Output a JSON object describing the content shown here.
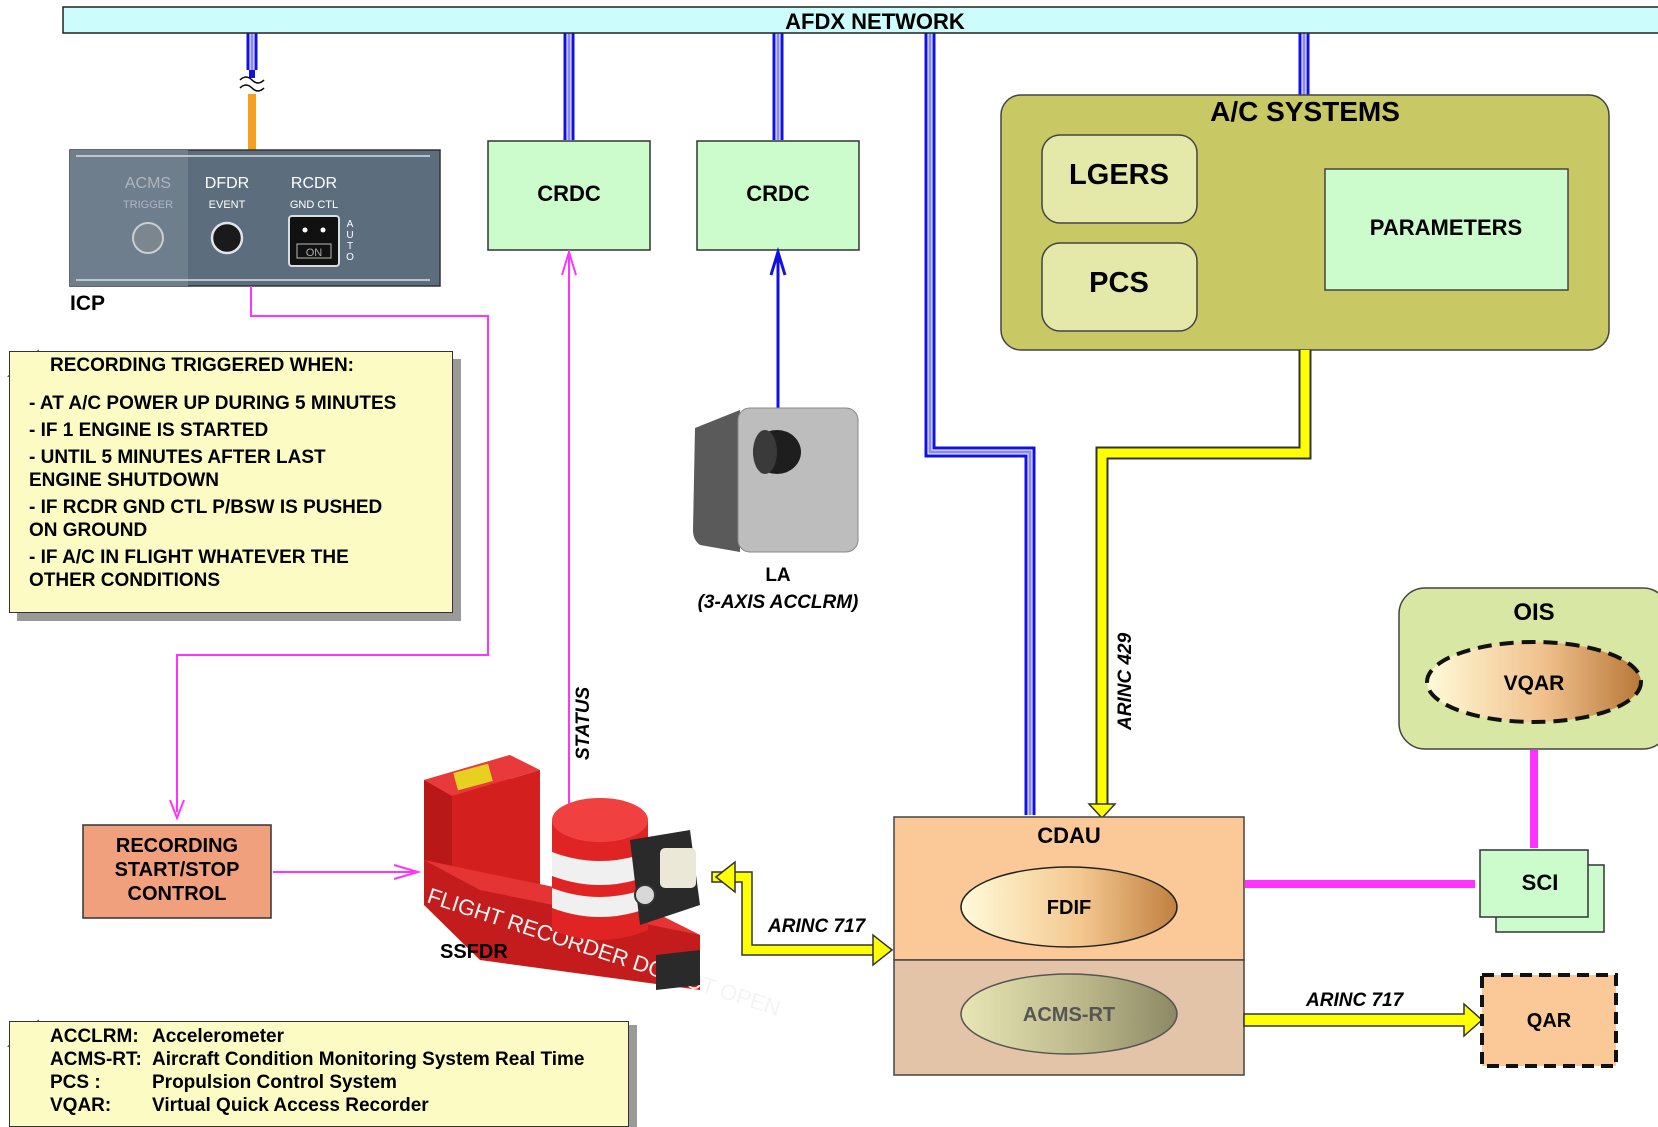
{
  "network": {
    "title": "AFDX NETWORK"
  },
  "icp": {
    "label": "ICP",
    "acms": "ACMS",
    "acms_sub": "TRIGGER",
    "dfdr": "DFDR",
    "dfdr_sub": "EVENT",
    "rcdr": "RCDR",
    "rcdr_sub": "GND CTL",
    "on": "ON",
    "auto": [
      "A",
      "U",
      "T",
      "O"
    ]
  },
  "crdc": [
    "CRDC",
    "CRDC"
  ],
  "ac_systems": {
    "title": "A/C SYSTEMS",
    "lgers": "LGERS",
    "pcs": "PCS",
    "parameters": "PARAMETERS"
  },
  "note": {
    "title": "RECORDING TRIGGERED WHEN:",
    "items": [
      "- AT A/C POWER UP DURING 5 MINUTES",
      "- IF 1 ENGINE IS STARTED",
      "- UNTIL 5 MINUTES AFTER LAST ENGINE SHUTDOWN",
      "- IF RCDR GND CTL P/BSW IS PUSHED ON GROUND",
      "- IF A/C IN FLIGHT WHATEVER THE OTHER CONDITIONS"
    ]
  },
  "la": {
    "name": "LA",
    "desc": "(3-AXIS ACCLRM)"
  },
  "ois": {
    "title": "OIS",
    "vqar": "VQAR"
  },
  "labels": {
    "status": "STATUS",
    "arinc429": "ARINC 429",
    "arinc717_left": "ARINC 717",
    "arinc717_right": "ARINC 717"
  },
  "recording_control": {
    "lines": [
      "RECORDING",
      "START/STOP",
      "CONTROL"
    ]
  },
  "ssfdr": {
    "label": "SSFDR",
    "casing_text": "FLIGHT RECORDER DO NOT OPEN"
  },
  "cdau": {
    "title": "CDAU",
    "fdif": "FDIF",
    "acms_rt": "ACMS-RT"
  },
  "sci": "SCI",
  "qar": "QAR",
  "glossary": [
    {
      "term": "ACCLRM:",
      "def": "Accelerometer"
    },
    {
      "term": "ACMS-RT:",
      "def": "Aircraft Condition Monitoring System Real Time"
    },
    {
      "term": "PCS :",
      "def": "Propulsion Control System"
    },
    {
      "term": "VQAR:",
      "def": "Virtual Quick Access Recorder"
    }
  ],
  "colors": {
    "afdx_bus": "#ccfcfc",
    "blue_link": "#1010e0",
    "magenta_link": "#ff33ff",
    "yellow_link": "#ffff00",
    "crdc_fill": "#ccfccc",
    "ac_systems_fill": "#c8c864",
    "cdau_top": "#fbc898",
    "cdau_bottom": "#e4c4a8",
    "rec_control_fill": "#f0a07c",
    "note_fill": "#fdfbc4"
  }
}
